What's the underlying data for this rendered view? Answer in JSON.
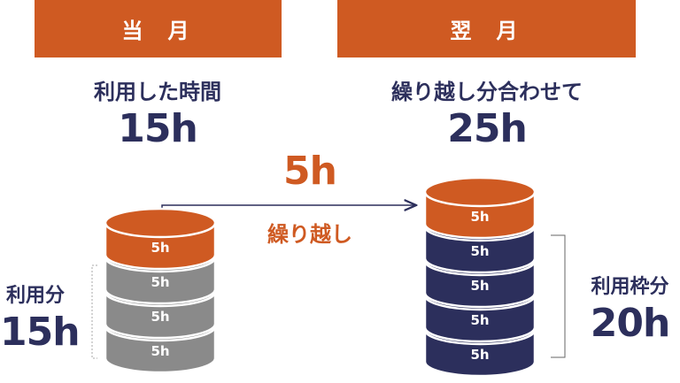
{
  "left": {
    "header_a": "当",
    "header_b": "月",
    "subtitle": "利用した時間",
    "value": "15h",
    "side_label": "利用分",
    "side_value": "15h",
    "cylinder_labels": [
      "5h",
      "5h",
      "5h",
      "5h"
    ]
  },
  "right": {
    "header_a": "翌",
    "header_b": "月",
    "subtitle": "繰り越し分合わせて",
    "value": "25h",
    "side_label": "利用枠分",
    "side_value": "20h",
    "cylinder_labels": [
      "5h",
      "5h",
      "5h",
      "5h",
      "5h"
    ]
  },
  "carry": {
    "value": "5h",
    "label": "繰り越し"
  },
  "colors": {
    "orange": "#cf5a22",
    "navy": "#2c2f5c",
    "gray": "#8a8a8a",
    "white": "#ffffff"
  }
}
